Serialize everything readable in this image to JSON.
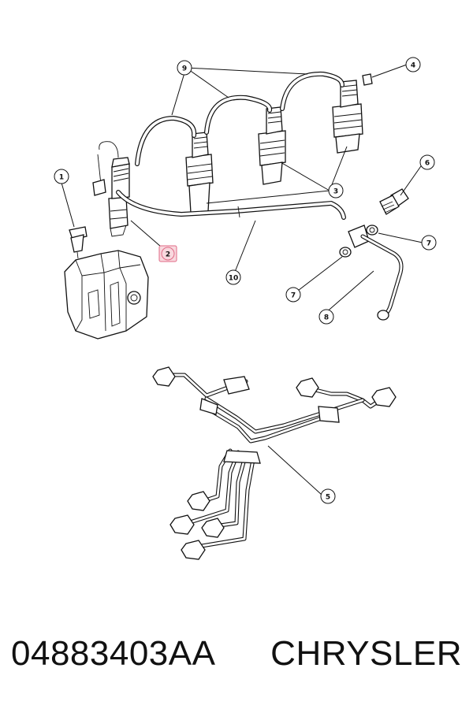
{
  "diagram": {
    "callouts": [
      "1",
      "2",
      "3",
      "4",
      "5",
      "6",
      "7",
      "7",
      "8",
      "9",
      "10"
    ],
    "highlight_color": "#e06a86"
  },
  "footer": {
    "part_number": "04883403AA",
    "brand": "CHRYSLER"
  }
}
